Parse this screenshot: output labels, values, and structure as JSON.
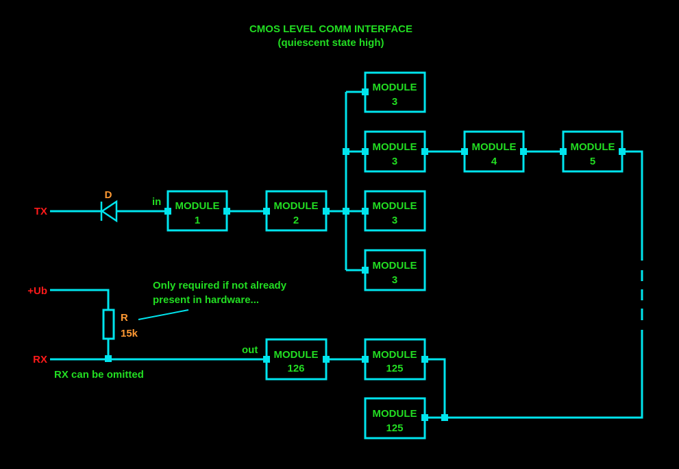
{
  "title": "CMOS LEVEL COMM INTERFACE",
  "subtitle": "(quiescent state high)",
  "signals": {
    "tx": "TX",
    "ub": "+Ub",
    "rx": "RX"
  },
  "components": {
    "diode_label": "D",
    "resistor_label": "R",
    "resistor_value": "15k"
  },
  "port_labels": {
    "in": "in",
    "out": "out"
  },
  "notes": {
    "resistor_note_line1": "Only required if not already",
    "resistor_note_line2": "present in hardware...",
    "rx_note": "RX can be omitted"
  },
  "modules": [
    {
      "name": "MODULE",
      "number": "1"
    },
    {
      "name": "MODULE",
      "number": "2"
    },
    {
      "name": "MODULE",
      "number": "3"
    },
    {
      "name": "MODULE",
      "number": "3"
    },
    {
      "name": "MODULE",
      "number": "3"
    },
    {
      "name": "MODULE",
      "number": "3"
    },
    {
      "name": "MODULE",
      "number": "4"
    },
    {
      "name": "MODULE",
      "number": "5"
    },
    {
      "name": "MODULE",
      "number": "126"
    },
    {
      "name": "MODULE",
      "number": "125"
    },
    {
      "name": "MODULE",
      "number": "125"
    }
  ],
  "colors": {
    "wire": "#00e5ee",
    "text": "#22dd22",
    "signal": "#ff1a1a",
    "component": "#ff9933",
    "background": "#000000"
  }
}
